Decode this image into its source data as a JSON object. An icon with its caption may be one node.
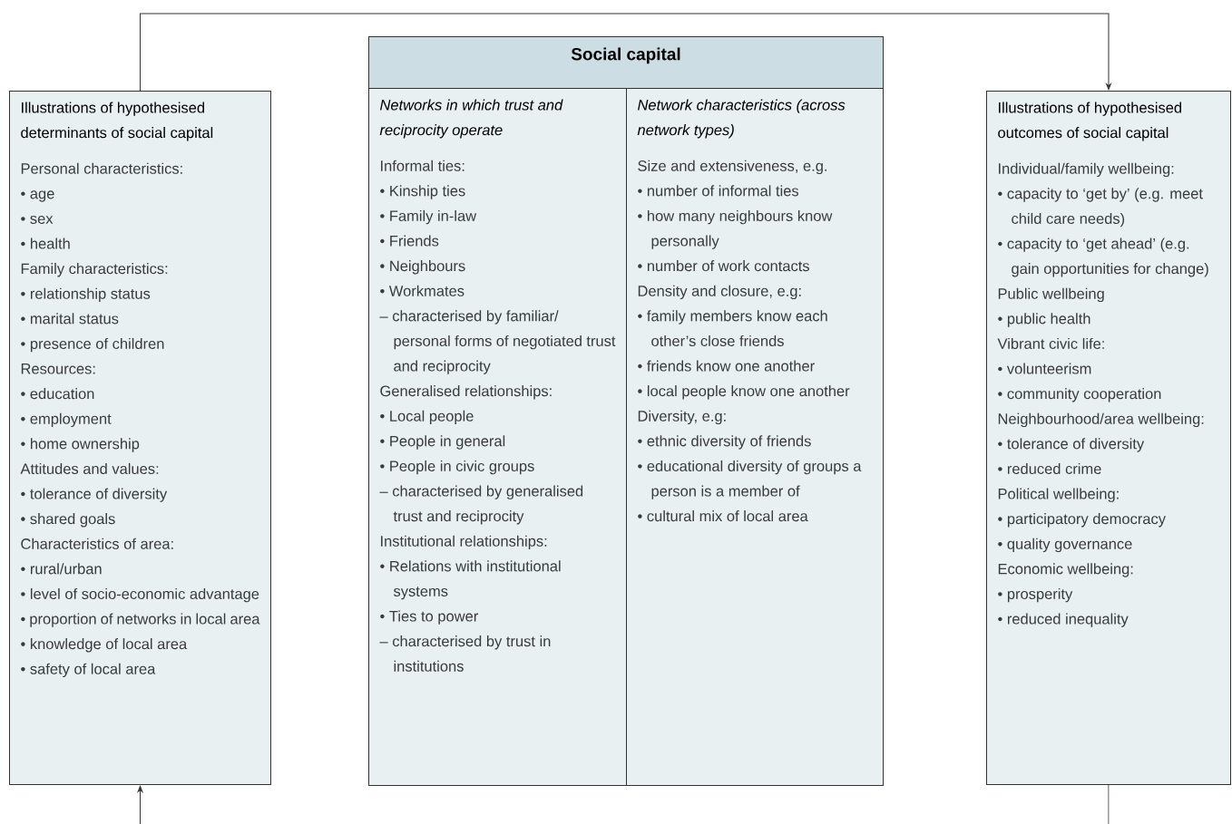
{
  "diagram": {
    "nodes": [
      {
        "text": [
          "Illustrations of hypothesised determinants of social capital",
          "Personal characteristics:",
          "• age",
          "• sex",
          "• health",
          "Family characteristics:",
          "• relationship status",
          "• marital status",
          "• presence of children",
          "Resources:",
          "• education",
          "• employment",
          "• home ownership",
          "Attitudes and values:",
          "• tolerance of diversity",
          "• shared goals",
          "Characteristics of area:",
          "• rural/urban",
          "• level of socio-economic advantage",
          "• proportion of networks in local area",
          "• knowledge of local area",
          "• safety of local area"
        ]
      },
      {
        "text": [
          "Social capital"
        ]
      },
      {
        "text": [
          "Networks in which trust and reciprocity operate",
          "Informal ties:",
          "• Kinship ties",
          "• Family in-law",
          "• Friends",
          "• Neighbours",
          "• Workmates",
          "– characterised by familiar/ personal forms of negotiated trust and reciprocity",
          "Generalised relationships:",
          "• Local people",
          "• People in general",
          "• People in civic groups",
          "– characterised by generalised trust and reciprocity",
          "Institutional relationships:",
          "• Relations with institutional systems",
          "• Ties to power",
          "– characterised by trust in institutions"
        ],
        "in": 1
      },
      {
        "text": [
          "Network characteristics (across network types)",
          "Size and extensiveness, e.g.",
          "• number of informal ties",
          "• how many neighbours know personally",
          "• number of work contacts",
          "Density and closure, e.g:",
          "• family members know each other’s close friends",
          "• friends know one another",
          "• local people know one another",
          "Diversity, e.g:",
          "• ethnic diversity of friends",
          "• educational diversity of groups a person is a member of",
          "• cultural mix of local area"
        ],
        "in": 1
      },
      {
        "text": [
          "Illustrations of hypothesised outcomes of social capital",
          "Individual/family wellbeing:",
          "• capacity to ‘get by’ (e.g. meet child care needs)",
          "• capacity to ‘get ahead’ (e.g. gain opportunities for change)",
          "Public wellbeing",
          "• public health",
          "Vibrant civic life:",
          "• volunteerism",
          "• community cooperation",
          "Neighbourhood/area wellbeing:",
          "• tolerance of diversity",
          "• reduced crime",
          "Political wellbeing:",
          "• participatory democracy",
          "• quality governance",
          "Economic wellbeing:",
          "• prosperity",
          "• reduced inequality"
        ]
      }
    ],
    "edges": [
      {
        "from": 0,
        "to": 4,
        "arrow": "to"
      },
      {
        "from": null,
        "to": 0,
        "arrow": "to"
      },
      {
        "from": 4,
        "to": null,
        "arrow": "none"
      }
    ]
  }
}
